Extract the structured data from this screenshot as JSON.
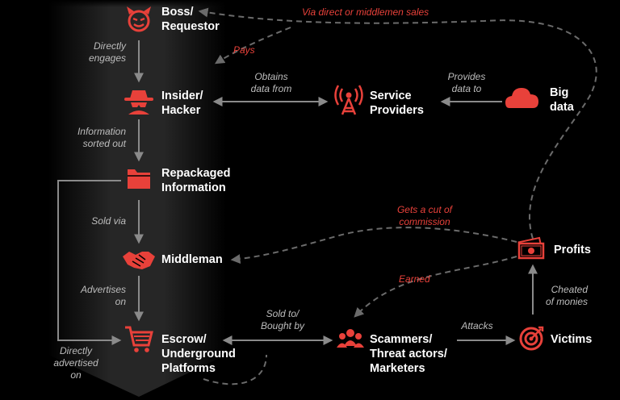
{
  "colors": {
    "background": "#000000",
    "accent": "#e8413a",
    "node_text": "#ffffff",
    "edge_text": "#bdbdbd",
    "arrow": "#8a8a8a",
    "dashed": "#6b6b6b"
  },
  "nodes": {
    "boss": {
      "label": "Boss/\nRequestor",
      "icon": "devil-icon"
    },
    "insider": {
      "label": "Insider/\nHacker",
      "icon": "hacker-icon"
    },
    "service_providers": {
      "label": "Service\nProviders",
      "icon": "antenna-icon"
    },
    "big_data": {
      "label": "Big\ndata",
      "icon": "cloud-icon"
    },
    "repackaged": {
      "label": "Repackaged\nInformation",
      "icon": "folder-icon"
    },
    "middleman": {
      "label": "Middleman",
      "icon": "handshake-icon"
    },
    "escrow": {
      "label": "Escrow/\nUnderground\nPlatforms",
      "icon": "cart-icon"
    },
    "scammers": {
      "label": "Scammers/\nThreat actors/\nMarketers",
      "icon": "group-icon"
    },
    "victims": {
      "label": "Victims",
      "icon": "target-icon"
    },
    "profits": {
      "label": "Profits",
      "icon": "money-icon"
    }
  },
  "edges": {
    "directly_engages": "Directly\nengages",
    "information_sorted_out": "Information\nsorted out",
    "sold_via": "Sold via",
    "advertises_on": "Advertises\non",
    "directly_advertised_on": "Directly\nadvertised\non",
    "obtains_data_from": "Obtains\ndata from",
    "provides_data_to": "Provides\ndata to",
    "sold_bought_by": "Sold to/\nBought by",
    "attacks": "Attacks",
    "cheated_of_monies": "Cheated\nof monies",
    "via_sales": "Via direct or middlemen sales",
    "pays": "Pays",
    "gets_cut": "Gets a cut of\ncommission",
    "earned": "Earned"
  }
}
